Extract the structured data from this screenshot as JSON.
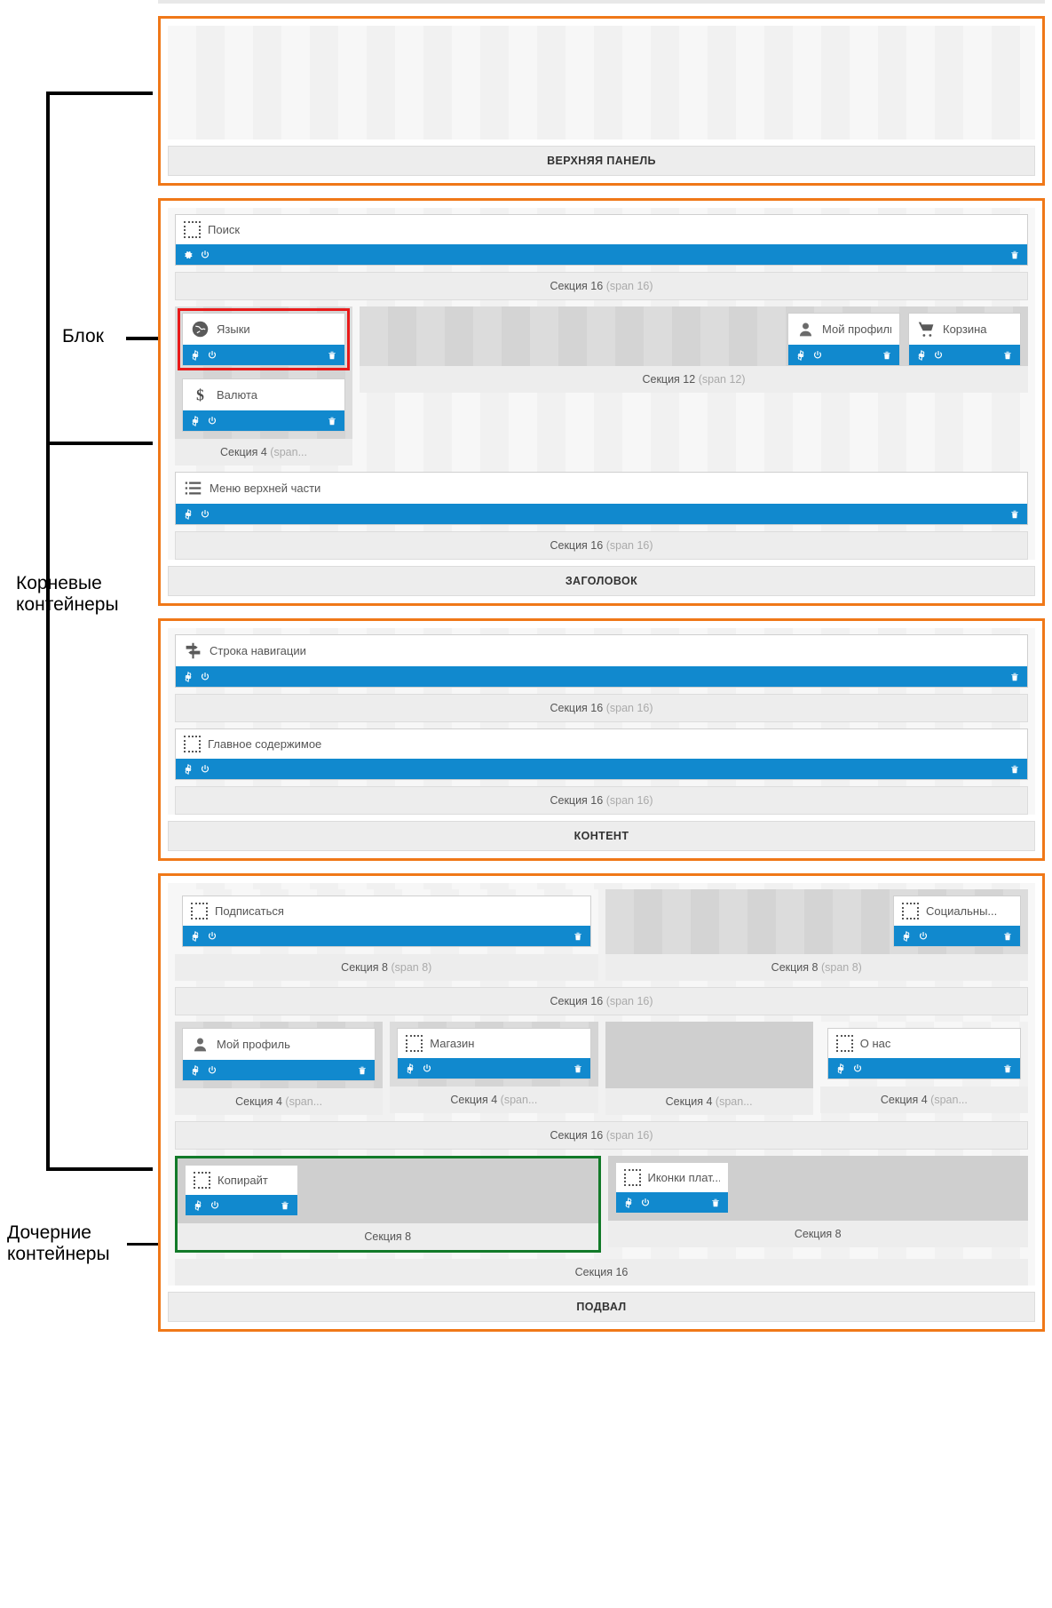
{
  "annotations": [
    {
      "id": "blok",
      "label": "Блок"
    },
    {
      "id": "root-containers",
      "label": "Корневые\nконтейнеры"
    },
    {
      "id": "child-containers",
      "label": "Дочерние\nконтейнеры"
    }
  ],
  "colors": {
    "root_border": "#f07818",
    "widget_bar": "#1189ce",
    "highlight_block": "#e81a1a",
    "highlight_child": "#127a29"
  },
  "icons": {
    "gear": "gear-icon",
    "power": "power-icon",
    "trash": "trash-icon",
    "placeholder": "dotted-placeholder-icon"
  },
  "regions": [
    {
      "id": "top-panel",
      "title": "ВЕРХНЯЯ ПАНЕЛЬ",
      "rows": []
    },
    {
      "id": "header",
      "title": "ЗАГОЛОВОК",
      "rows": [
        {
          "id": "header-row-search",
          "label": "Секция 16",
          "span": "(span 16)",
          "cells": [
            {
              "width": 16,
              "widget": {
                "title": "Поиск",
                "icon": "dotted-placeholder-icon",
                "has_trash": true
              }
            }
          ]
        },
        {
          "id": "header-row-lang-profile",
          "label": "",
          "span": "",
          "cells": [
            {
              "width": 4,
              "label": "Секция 4",
              "span": "(span...",
              "widgets": [
                {
                  "title": "Языки",
                  "icon": "globe-icon",
                  "has_trash": true,
                  "highlight": "red"
                },
                {
                  "title": "Валюта",
                  "icon": "dollar-icon",
                  "has_trash": true
                }
              ]
            },
            {
              "width": 12,
              "label": "Секция 12",
              "span": "(span 12)",
              "widgets_right": [
                {
                  "title": "Мой профиль",
                  "icon": "person-icon",
                  "has_trash": true
                },
                {
                  "title": "Корзина",
                  "icon": "cart-icon",
                  "has_trash": true
                }
              ]
            }
          ]
        },
        {
          "id": "header-row-menu",
          "label": "Секция 16",
          "span": "(span 16)",
          "cells": [
            {
              "width": 16,
              "widget": {
                "title": "Меню верхней части",
                "icon": "list-icon",
                "has_trash": true
              }
            }
          ]
        }
      ]
    },
    {
      "id": "content",
      "title": "КОНТЕНТ",
      "rows": [
        {
          "id": "content-row-nav",
          "label": "Секция 16",
          "span": "(span 16)",
          "cells": [
            {
              "width": 16,
              "widget": {
                "title": "Строка навигации",
                "icon": "signpost-icon",
                "has_trash": true
              }
            }
          ]
        },
        {
          "id": "content-row-main",
          "label": "Секция 16",
          "span": "(span 16)",
          "cells": [
            {
              "width": 16,
              "widget": {
                "title": "Главное содержимое",
                "icon": "dotted-placeholder-icon",
                "has_trash": true
              }
            }
          ]
        }
      ]
    },
    {
      "id": "footer",
      "title": "ПОДВАЛ",
      "rows": [
        {
          "id": "footer-row-subscribe",
          "label": "Секция 16",
          "span": "(span 16)",
          "cells": [
            {
              "width": 8,
              "label": "Секция 8",
              "span": "(span 8)",
              "widget": {
                "title": "Подписаться",
                "icon": "dotted-placeholder-icon",
                "has_trash": true
              }
            },
            {
              "width": 8,
              "label": "Секция 8",
              "span": "(span 8)",
              "align": "right",
              "widget": {
                "title": "Социальны...",
                "icon": "dotted-placeholder-icon",
                "has_trash": true
              }
            }
          ]
        },
        {
          "id": "footer-row-links",
          "label": "Секция 16",
          "span": "(span 16)",
          "cells": [
            {
              "width": 4,
              "label": "Секция 4",
              "span": "(span...",
              "widget": {
                "title": "Мой профиль",
                "icon": "person-icon",
                "has_trash": true
              }
            },
            {
              "width": 4,
              "label": "Секция 4",
              "span": "(span...",
              "widget": {
                "title": "Магазин",
                "icon": "dotted-placeholder-icon",
                "has_trash": true
              }
            },
            {
              "width": 4,
              "label": "Секция 4",
              "span": "(span...",
              "widget": null
            },
            {
              "width": 4,
              "label": "Секция 4",
              "span": "(span...",
              "widget": {
                "title": "О нас",
                "icon": "dotted-placeholder-icon",
                "has_trash": true
              }
            }
          ]
        },
        {
          "id": "footer-row-copyright",
          "label": "Секция 16",
          "span": "",
          "cells": [
            {
              "width": 8,
              "label": "Секция 8",
              "span": "",
              "highlight": "green",
              "widget": {
                "title": "Копирайт",
                "icon": "dotted-placeholder-icon",
                "has_trash": true
              }
            },
            {
              "width": 8,
              "label": "Секция 8",
              "span": "",
              "widget": {
                "title": "Иконки плат...",
                "icon": "dotted-placeholder-icon",
                "has_trash": true
              }
            }
          ]
        }
      ]
    }
  ]
}
